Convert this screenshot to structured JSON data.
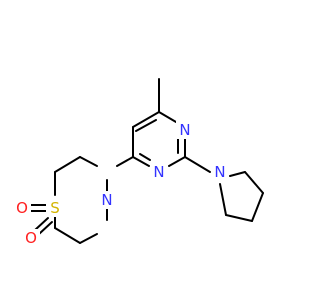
{
  "molecule": {
    "colors": {
      "bond": "#000000",
      "N": "#3333ff",
      "O": "#ff2020",
      "S": "#d4b400"
    },
    "atoms": [
      {
        "id": "n_link",
        "label": "N",
        "element": "N"
      },
      {
        "id": "n_pyrimidine_a",
        "label": "N",
        "element": "N"
      },
      {
        "id": "n_pyrimidine_b",
        "label": "N",
        "element": "N"
      },
      {
        "id": "n_pyrrolidine",
        "label": "N",
        "element": "N"
      },
      {
        "id": "s_sulfone",
        "label": "S",
        "element": "S"
      },
      {
        "id": "o_sulfone_1",
        "label": "O",
        "element": "O"
      },
      {
        "id": "o_sulfone_2",
        "label": "O",
        "element": "O"
      }
    ]
  }
}
